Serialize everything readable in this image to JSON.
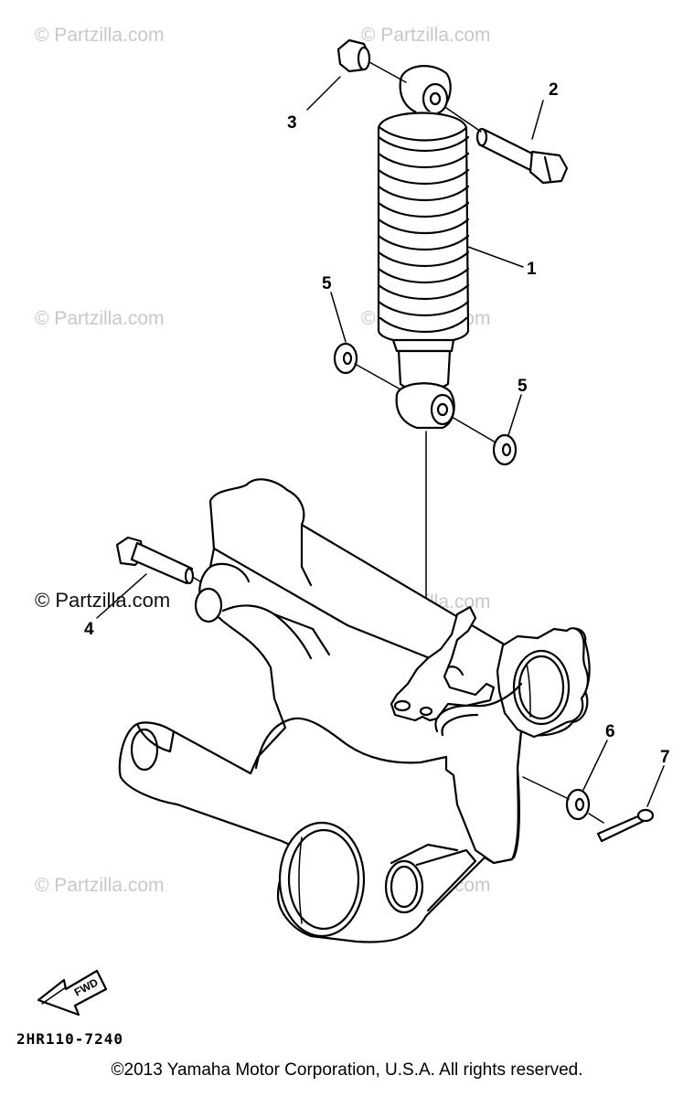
{
  "watermark": {
    "text": "© Partzilla.com",
    "prominent_text": "© Partzilla.com"
  },
  "callouts": {
    "c1": "1",
    "c2": "2",
    "c3": "3",
    "c4": "4",
    "c5a": "5",
    "c5b": "5",
    "c6": "6",
    "c7": "7"
  },
  "fwd_label": "FWD",
  "diagram_code": "2HR110-7240",
  "copyright": "©2013 Yamaha Motor Corporation, U.S.A. All rights reserved.",
  "colors": {
    "ink": "#000000",
    "watermark": "#c8c8c8",
    "background": "#ffffff"
  }
}
